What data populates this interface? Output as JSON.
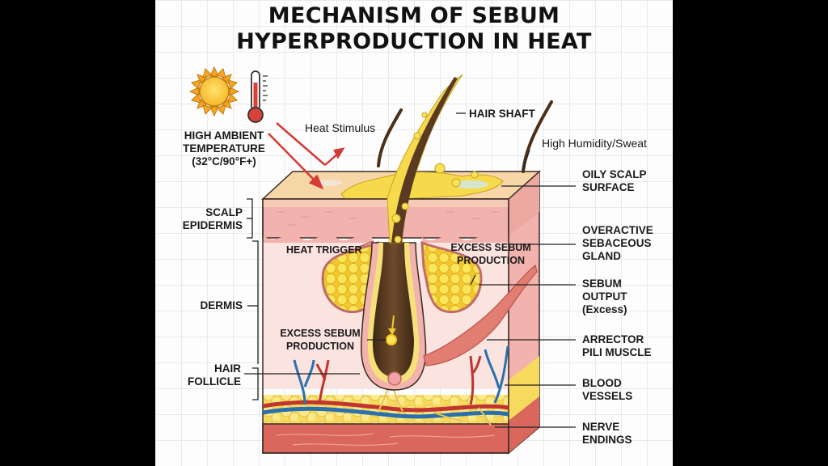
{
  "title": "MECHANISM OF SEBUM\nHYPERPRODUCTION IN HEAT",
  "colors": {
    "background": "#fdfdfd",
    "grid": "#e9e9e9",
    "epidermis": "#f2b5b0",
    "dermis": "#fbe3e0",
    "sebum": "#f7d94c",
    "hair": "#5a3b22",
    "artery": "#c0352f",
    "vein": "#2a6fae",
    "heat_arrow": "#d63a35",
    "fat": "#f8e27a",
    "muscle_layer": "#d9675c"
  },
  "icons": {
    "sun": "sun-icon",
    "thermometer": "thermometer-icon"
  },
  "labels": {
    "high_ambient_temperature": "HIGH AMBIENT\nTEMPERATURE\n(32°C/90°F+)",
    "heat_stimulus": "Heat Stimulus",
    "hair_shaft": "HAIR SHAFT",
    "high_humidity_sweat": "High Humidity/Sweat",
    "oily_scalp_surface": "OILY SCALP\nSURFACE",
    "scalp_epidermis": "SCALP\nEPIDERMIS",
    "heat_trigger": "HEAT TRIGGER",
    "excess_sebum_production_upper": "EXCESS SEBUM\nPRODUCTION",
    "overactive_sebaceous_gland": "OVERACTIVE\nSEBACEOUS\nGLAND",
    "dermis": "DERMIS",
    "sebum_output": "SEBUM\nOUTPUT\n(Excess)",
    "excess_sebum_production_lower": "EXCESS SEBUM\nPRODUCTION",
    "arrector_pili_muscle": "ARRECTOR\nPILI MUSCLE",
    "hair_follicle": "HAIR\nFOLLICLE",
    "blood_vessels": "BLOOD\nVESSELS",
    "nerve_endings": "NERVE\nENDINGS"
  }
}
